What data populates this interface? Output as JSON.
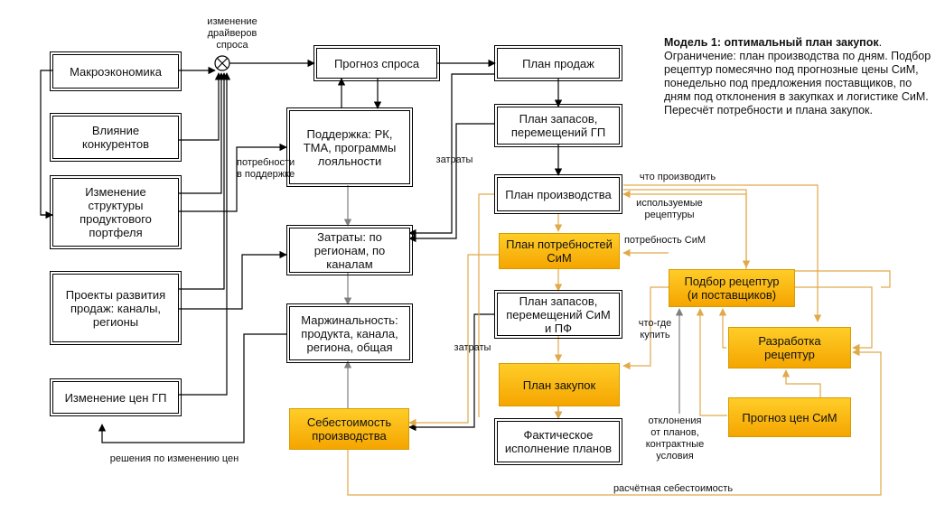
{
  "description": {
    "title": "Модель 1: оптимальный план закупок",
    "body": "Ограничение: план производства по дням. Подбор рецептур помесячно под прогнозные цены СиМ, понедельно под предложения поставщиков, по дням под отклонения в закупках и логистике СиМ. Пересчёт потребности и плана закупок."
  },
  "boxes": {
    "macro": "Макроэкономика",
    "competitors": "Влияние\nконкурентов",
    "portfolio": "Изменение\nструктуры\nпродуктового\nпортфеля",
    "projects": "Проекты развития\nпродаж: каналы,\nрегионы",
    "price_change": "Изменение цен ГП",
    "demand_forecast": "Прогноз спроса",
    "support": "Поддержка: РК,\nТМА, программы\nлояльности",
    "costs": "Затраты: по\nрегионам, по\nканалам",
    "margin": "Маржинальность:\nпродукта, канала,\nрегиона, общая",
    "cost_production": "Себестоимость\nпроизводства",
    "sales_plan": "План продаж",
    "stock_plan_gp": "План запасов,\nперемещений ГП",
    "production_plan": "План производства",
    "sim_needs": "План потребностей\nСиМ",
    "stock_plan_sim": "План запасов,\nперемещений СиМ\nи ПФ",
    "purchase_plan": "План закупок",
    "actual": "Фактическое\nисполнение планов",
    "recipe_select": "Подбор рецептур\n(и поставщиков)",
    "recipe_dev": "Разработка\nрецептур",
    "sim_price_forecast": "Прогноз цен СиМ"
  },
  "labels": {
    "driver_change": "изменение\nдрайверов\nспроса",
    "support_needs": "потребности\nв поддержке",
    "costs_top": "затраты",
    "costs_bottom": "затраты",
    "price_decisions": "решения по изменению цен",
    "what_produce": "что производить",
    "used_recipes": "используемые\nрецептуры",
    "sim_need": "потребность СиМ",
    "what_where_buy": "что-где\nкупить",
    "deviations": "отклонения\nот планов,\nконтрактные\nусловия",
    "calc_cost": "расчётная себестоимость"
  },
  "colors": {
    "orange_fill": "#f5a500",
    "orange_border": "#d79b00",
    "orange_line": "#e0a94a",
    "black_line": "#000000",
    "gray_line": "#7f7f7f"
  }
}
